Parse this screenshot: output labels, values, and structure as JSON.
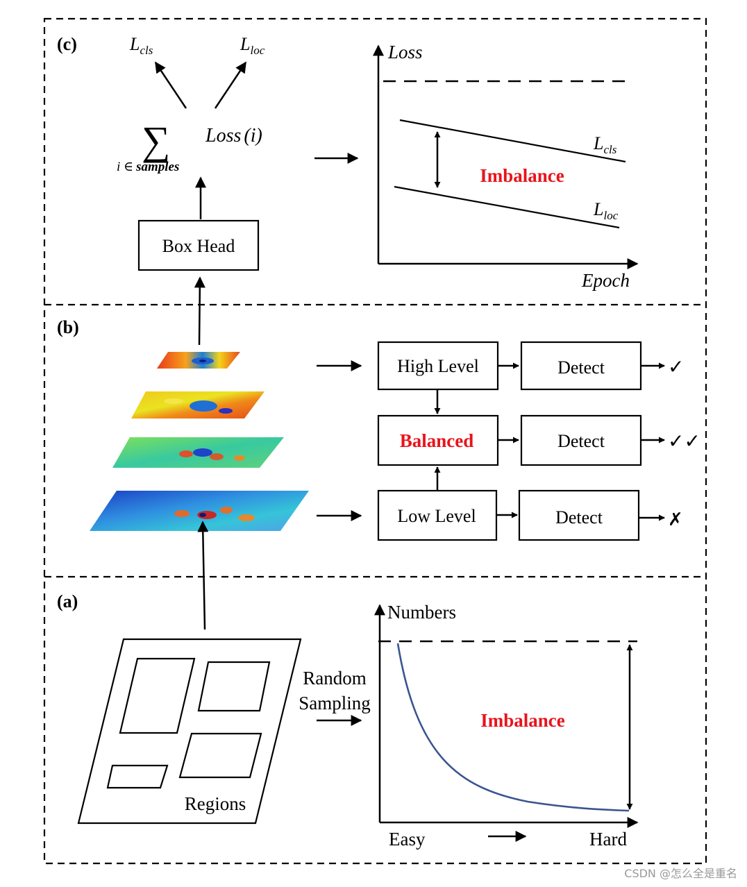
{
  "panels": {
    "c": "(c)",
    "b": "(b)",
    "a": "(a)"
  },
  "panel_c": {
    "lcls_main": "L",
    "lcls_sub": "cls",
    "lloc_main": "L",
    "lloc_sub": "loc",
    "sum_symbol": "∑",
    "sum_index": "i ∈",
    "sum_set": "samples",
    "loss_term": "Loss",
    "loss_arg": "(i)",
    "box_head": "Box Head",
    "plot": {
      "y_axis": "Loss",
      "x_axis": "Epoch",
      "imbalance": "Imbalance",
      "line1_main": "L",
      "line1_sub": "cls",
      "line2_main": "L",
      "line2_sub": "loc"
    }
  },
  "panel_b": {
    "high_level": "High Level",
    "balanced": "Balanced",
    "low_level": "Low Level",
    "detect": "Detect",
    "outcome_high": "✓",
    "outcome_balanced": "✓✓",
    "outcome_low": "✗"
  },
  "panel_a": {
    "regions": "Regions",
    "sampling_line1": "Random",
    "sampling_line2": "Sampling",
    "chart": {
      "y_axis": "Numbers",
      "x_easy": "Easy",
      "x_hard": "Hard",
      "imbalance": "Imbalance"
    }
  },
  "colors": {
    "accent_red": "#e8141b",
    "curve_blue": "#3a5590"
  },
  "watermark": "CSDN @怎么全是重名"
}
